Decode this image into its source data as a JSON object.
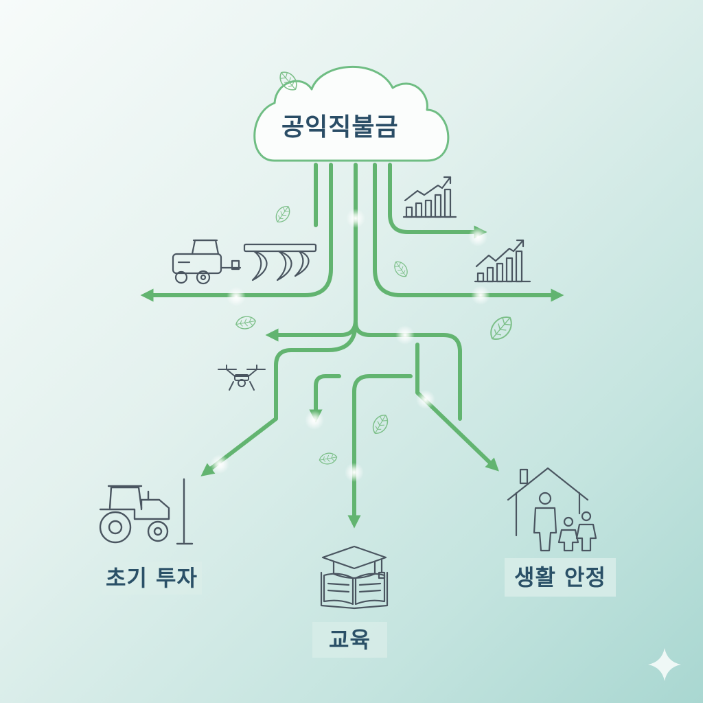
{
  "diagram": {
    "center": {
      "title": "공익직불금"
    },
    "outcomes": [
      {
        "id": "initial-investment",
        "label": "초기 투자"
      },
      {
        "id": "education",
        "label": "교육"
      },
      {
        "id": "livelihood",
        "label": "생활 안정"
      }
    ],
    "icons": [
      "tractor-icon",
      "plow-icon",
      "drone-icon",
      "growth-chart-icon",
      "education-book-icon",
      "family-house-icon",
      "leaf-icon",
      "sparkle-icon"
    ]
  },
  "colors": {
    "flow_green": "#62b470",
    "line_gray": "#4a5560",
    "label_text": "#2a5067",
    "leaf_green": "#7cbf88",
    "cloud_stroke": "#6fbd83",
    "background_start": "#f7fbfa",
    "background_end": "#a9d7d1"
  }
}
